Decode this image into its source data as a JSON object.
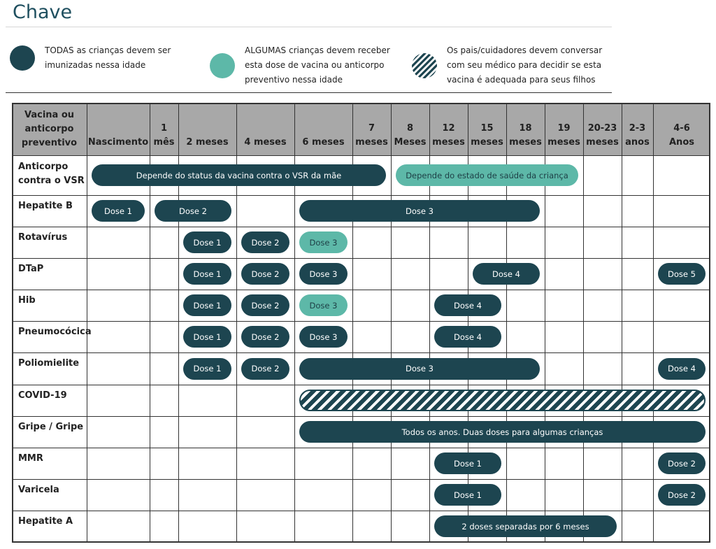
{
  "title": "Chave",
  "key": [
    {
      "text_line1": "TODAS as crianças devem ser",
      "text_line2": "imunizadas nessa idade",
      "text_line3": "",
      "swatch": "dark"
    },
    {
      "text_line1": "ALGUMAS crianças devem receber",
      "text_line2": "esta dose de vacina ou anticorpo",
      "text_line3": "preventivo nessa idade",
      "swatch": "teal"
    },
    {
      "text_line1": "Os pais/cuidadores devem conversar",
      "text_line2": "com seu médico para decidir se esta",
      "text_line3": "vacina é adequada para seus filhos",
      "swatch": "hatch"
    }
  ],
  "colors": {
    "dark": "#1d4550",
    "teal": "#5db8a8",
    "header_bg": "#a8a8a8"
  },
  "header": {
    "vaccine_col": [
      "Vacina ou",
      "anticorpo",
      "preventivo"
    ],
    "ages": [
      [
        "Nascimento"
      ],
      [
        "1",
        "mês"
      ],
      [
        "2 meses"
      ],
      [
        "4 meses"
      ],
      [
        "6 meses"
      ],
      [
        "7",
        "meses"
      ],
      [
        "8",
        "Meses"
      ],
      [
        "12",
        "meses"
      ],
      [
        "15",
        "meses"
      ],
      [
        "18",
        "meses"
      ],
      [
        "19",
        "meses"
      ],
      [
        "20-23",
        "meses"
      ],
      [
        "2-3",
        "anos"
      ],
      [
        "4-6",
        "Anos"
      ]
    ]
  },
  "rows": [
    {
      "label": [
        "Anticorpo",
        "contra o VSR"
      ],
      "pills": [
        {
          "text": "Depende do status da vacina contra o VSR da mãe",
          "style": "dark",
          "from": 0,
          "to": 5
        },
        {
          "text": "Depende do estado de saúde da criança",
          "style": "teal",
          "from": 6,
          "to": 10
        }
      ]
    },
    {
      "label": [
        "Hepatite B"
      ],
      "pills": [
        {
          "text": "Dose 1",
          "style": "dark",
          "from": 0,
          "to": 0
        },
        {
          "text": "Dose 2",
          "style": "dark",
          "from": 1,
          "to": 2
        },
        {
          "text": "Dose 3",
          "style": "dark",
          "from": 4,
          "to": 9
        }
      ]
    },
    {
      "label": [
        "Rotavírus"
      ],
      "pills": [
        {
          "text": "Dose 1",
          "style": "dark",
          "from": 2,
          "to": 2
        },
        {
          "text": "Dose 2",
          "style": "dark",
          "from": 3,
          "to": 3
        },
        {
          "text": "Dose 3",
          "style": "teal",
          "from": 4,
          "to": 4
        }
      ]
    },
    {
      "label": [
        "DTaP"
      ],
      "pills": [
        {
          "text": "Dose 1",
          "style": "dark",
          "from": 2,
          "to": 2
        },
        {
          "text": "Dose 2",
          "style": "dark",
          "from": 3,
          "to": 3
        },
        {
          "text": "Dose 3",
          "style": "dark",
          "from": 4,
          "to": 4
        },
        {
          "text": "Dose 4",
          "style": "dark",
          "from": 8,
          "to": 9
        },
        {
          "text": "Dose 5",
          "style": "dark",
          "from": 13,
          "to": 13
        }
      ]
    },
    {
      "label": [
        "Hib"
      ],
      "pills": [
        {
          "text": "Dose 1",
          "style": "dark",
          "from": 2,
          "to": 2
        },
        {
          "text": "Dose 2",
          "style": "dark",
          "from": 3,
          "to": 3
        },
        {
          "text": "Dose 3",
          "style": "teal",
          "from": 4,
          "to": 4
        },
        {
          "text": "Dose 4",
          "style": "dark",
          "from": 7,
          "to": 8
        }
      ]
    },
    {
      "label": [
        "Pneumocócica"
      ],
      "pills": [
        {
          "text": "Dose 1",
          "style": "dark",
          "from": 2,
          "to": 2
        },
        {
          "text": "Dose 2",
          "style": "dark",
          "from": 3,
          "to": 3
        },
        {
          "text": "Dose 3",
          "style": "dark",
          "from": 4,
          "to": 4
        },
        {
          "text": "Dose 4",
          "style": "dark",
          "from": 7,
          "to": 8
        }
      ]
    },
    {
      "label": [
        "Poliomielite"
      ],
      "pills": [
        {
          "text": "Dose 1",
          "style": "dark",
          "from": 2,
          "to": 2
        },
        {
          "text": "Dose 2",
          "style": "dark",
          "from": 3,
          "to": 3
        },
        {
          "text": "Dose 3",
          "style": "dark",
          "from": 4,
          "to": 9
        },
        {
          "text": "Dose 4",
          "style": "dark",
          "from": 13,
          "to": 13
        }
      ]
    },
    {
      "label": [
        "COVID-19"
      ],
      "pills": [
        {
          "text": "",
          "style": "hatch",
          "from": 4,
          "to": 13
        }
      ]
    },
    {
      "label": [
        "Gripe / Gripe"
      ],
      "pills": [
        {
          "text": "Todos os anos. Duas doses para algumas crianças",
          "style": "dark",
          "from": 4,
          "to": 13
        }
      ]
    },
    {
      "label": [
        "MMR"
      ],
      "pills": [
        {
          "text": "Dose 1",
          "style": "dark",
          "from": 7,
          "to": 8
        },
        {
          "text": "Dose 2",
          "style": "dark",
          "from": 13,
          "to": 13
        }
      ]
    },
    {
      "label": [
        "Varicela"
      ],
      "pills": [
        {
          "text": "Dose 1",
          "style": "dark",
          "from": 7,
          "to": 8
        },
        {
          "text": "Dose 2",
          "style": "dark",
          "from": 13,
          "to": 13
        }
      ]
    },
    {
      "label": [
        "Hepatite A"
      ],
      "pills": [
        {
          "text": "2 doses separadas por 6 meses",
          "style": "dark",
          "from": 7,
          "to": 11
        }
      ]
    }
  ]
}
